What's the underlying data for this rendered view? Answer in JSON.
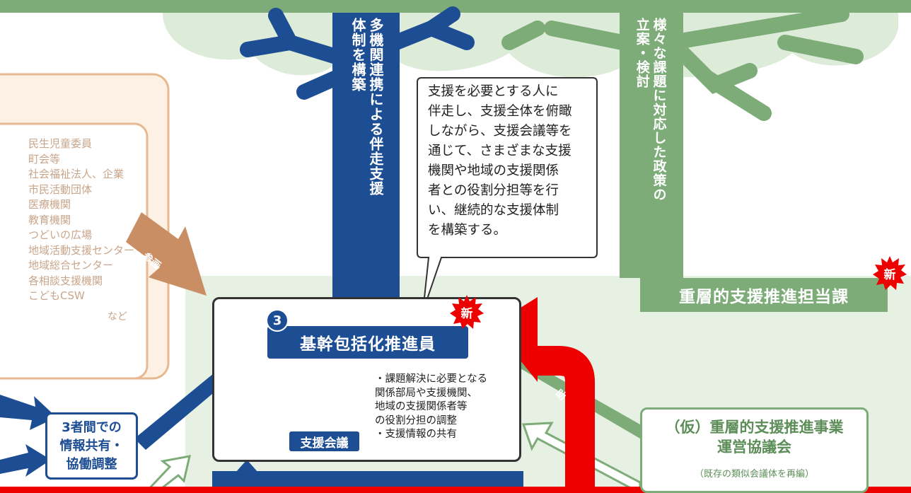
{
  "tree": {
    "trunk_label": "多機関連携による伴走支援体制を構築",
    "right_tree_label": "様々な課題に対応した政策の立案・検討"
  },
  "community": {
    "items": [
      "民生児童委員",
      "町会等",
      "社会福祉法人、企業",
      "市民活動団体",
      "医療機関",
      "教育機関",
      "つどいの広場",
      "地域活動支援センター",
      "地域総合センター",
      "各相談支援機関",
      "こどもCSW"
    ],
    "etc": "など",
    "arrow_label": "参画"
  },
  "callout": {
    "text": "支援を必要とする人に\n伴走し、支援全体を俯瞰\nしながら、支援会議等を\n通じて、さまざまな支援\n機関や地域の支援関係\n者との役割分担等を行\nい、継続的な支援体制\nを構築する。"
  },
  "promoter": {
    "number": "3",
    "title": "基幹包括化推進員",
    "new_badge": "新",
    "meeting_label": "支援会議",
    "bullets": "・課題解決に必要となる\n関係部局や支援機関、\n地域の支援関係者等\nの役割分担の調整\n・支援情報の共有"
  },
  "section": {
    "title": "重層的支援推進担当課",
    "new_badge": "新"
  },
  "council": {
    "title": "（仮）重層的支援推進事業\n運営協議会",
    "subtitle": "（既存の類似会議体を再編）",
    "arrow_label": "助"
  },
  "info_box": {
    "text": "3者間での\n情報共有・\n協働調整"
  },
  "colors": {
    "navy": "#1d4e94",
    "green": "#7dac79",
    "light_green_bg": "#e6f0e3",
    "community_border": "#e8b990",
    "community_bg": "#fdf1e6",
    "red": "#ec0000"
  }
}
